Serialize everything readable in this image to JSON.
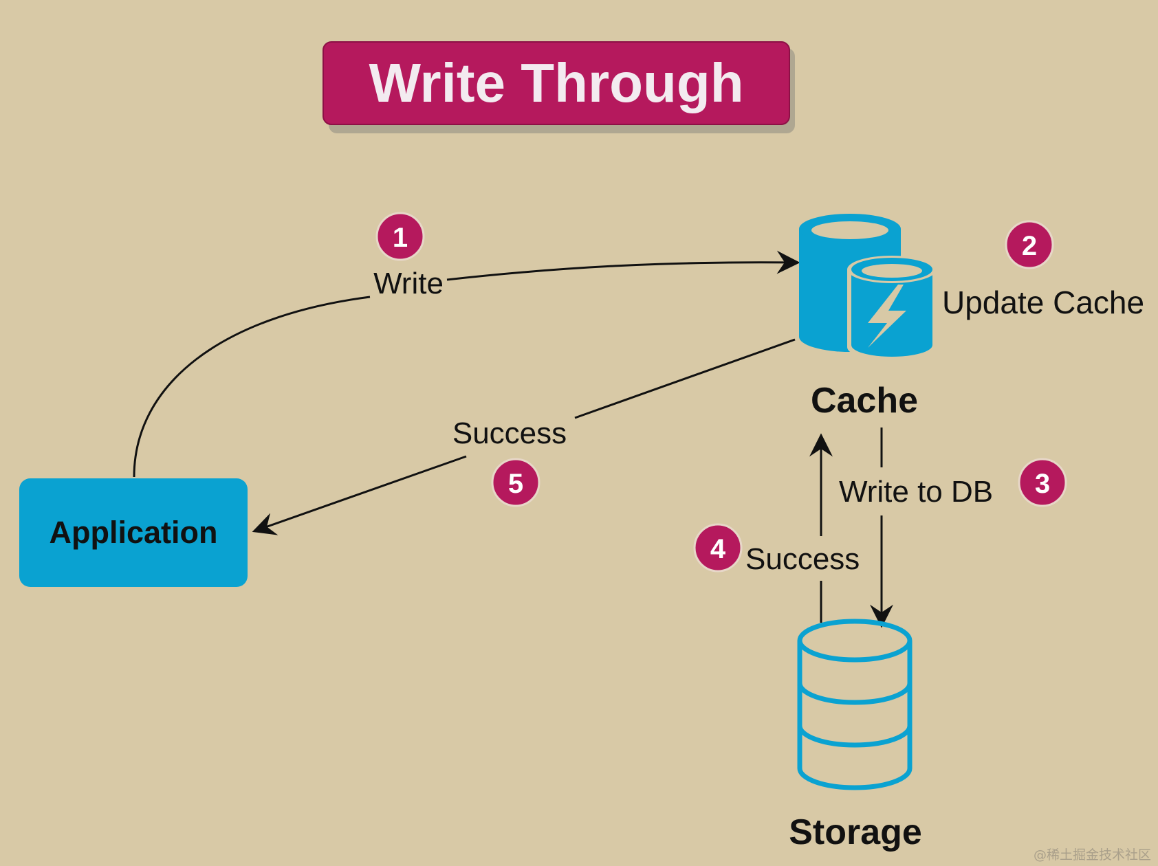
{
  "title": "Write Through",
  "nodes": {
    "application": "Application",
    "cache": "Cache",
    "storage": "Storage"
  },
  "steps": [
    {
      "num": "1",
      "label": "Write"
    },
    {
      "num": "2",
      "label": "Update Cache"
    },
    {
      "num": "3",
      "label": "Write to DB"
    },
    {
      "num": "4",
      "label": "Success"
    },
    {
      "num": "5",
      "label": "Success"
    }
  ],
  "watermark": "@稀土掘金技术社区",
  "colors": {
    "background": "#d8c9a6",
    "title_fill": "#b5195d",
    "badge_fill": "#b5195d",
    "node_blue": "#0aa2d1",
    "arrow": "#111111"
  }
}
